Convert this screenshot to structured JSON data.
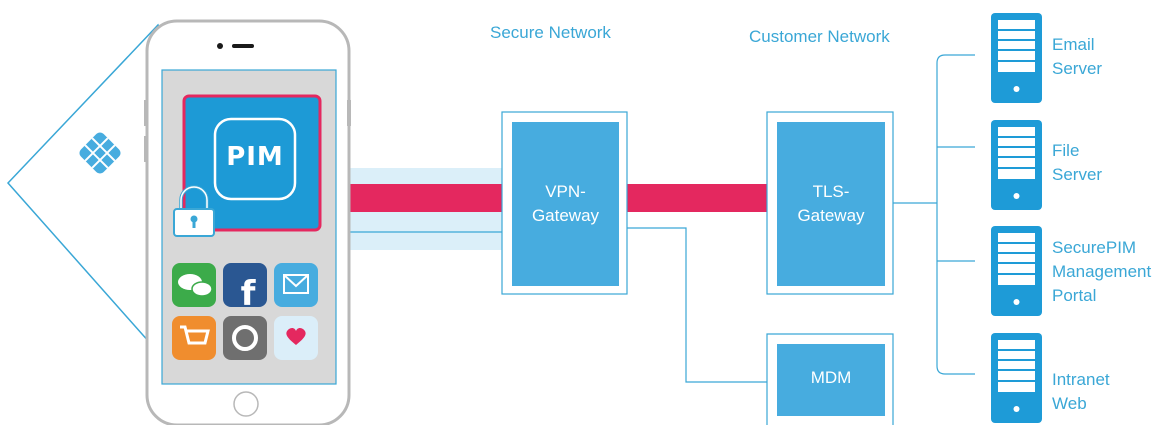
{
  "zones": {
    "secure_network": "Secure Network",
    "customer_network": "Customer Network"
  },
  "gateways": {
    "vpn": [
      "VPN-",
      "Gateway"
    ],
    "tls": [
      "TLS-",
      "Gateway"
    ],
    "mdm": "MDM"
  },
  "phone": {
    "app_label": "PIM",
    "apps": [
      "messages-icon",
      "facebook-icon",
      "mail-icon",
      "shop-icon",
      "circle-icon",
      "heart-icon"
    ]
  },
  "servers": [
    {
      "lines": [
        "Email",
        "Server"
      ]
    },
    {
      "lines": [
        "File",
        "Server"
      ]
    },
    {
      "lines": [
        "SecurePIM",
        "Management",
        "Portal"
      ]
    },
    {
      "lines": [
        "Intranet",
        "Web"
      ]
    }
  ],
  "colors": {
    "accent_blue": "#3aa7d6",
    "box_blue": "#47acdf",
    "tunnel_magenta": "#e4285f",
    "tunnel_light": "#dbeff9",
    "phone_frame": "#b8b8b8",
    "server_blue": "#1e9bd7"
  }
}
